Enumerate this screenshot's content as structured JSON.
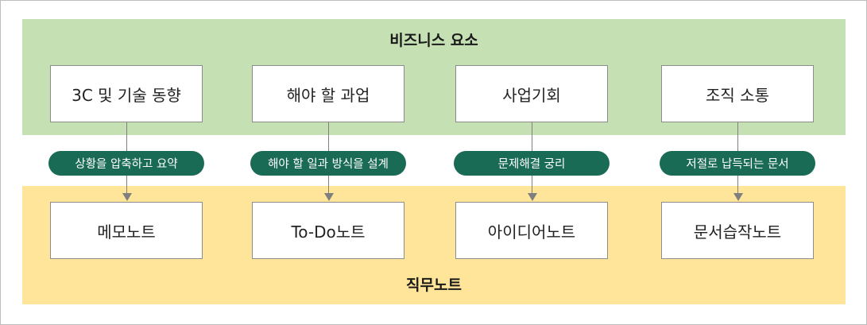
{
  "top_band": {
    "title": "비즈니스 요소"
  },
  "bottom_band": {
    "title": "직무노트"
  },
  "columns": [
    {
      "top": "3C 및 기술 동향",
      "connector": "상황을 압축하고 요약",
      "bottom": "메모노트"
    },
    {
      "top": "해야 할 과업",
      "connector": "해야 할 일과 방식을 설계",
      "bottom": "To-Do노트"
    },
    {
      "top": "사업기회",
      "connector": "문제해결 궁리",
      "bottom": "아이디어노트"
    },
    {
      "top": "조직 소통",
      "connector": "저절로 납득되는 문서",
      "bottom": "문서습작노트"
    }
  ],
  "colors": {
    "top_band": "#c5e0b3",
    "bottom_band": "#fee599",
    "pill": "#1a6b55",
    "connector": "#7f7f7f"
  }
}
